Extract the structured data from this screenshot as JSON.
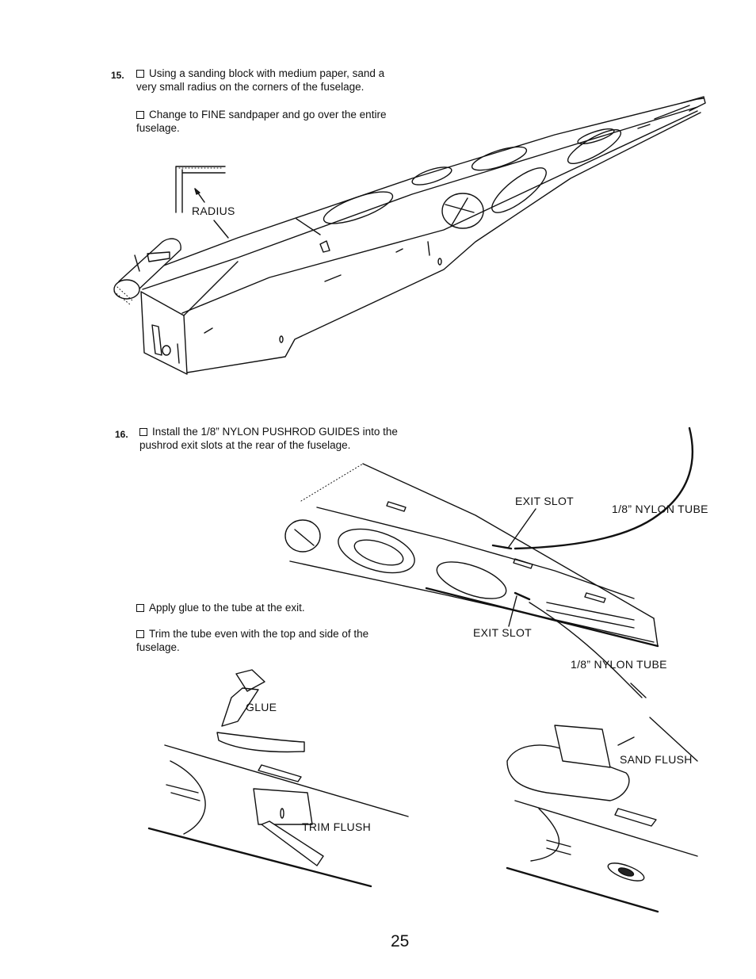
{
  "steps": [
    {
      "number": "15.",
      "paragraphs": [
        "Using a sanding block with medium paper, sand a very small radius on the corners of the fuselage.",
        "Change to FINE sandpaper and go over the entire fuselage."
      ],
      "figure_labels": {
        "radius": "RADIUS"
      }
    },
    {
      "number": "16.",
      "paragraphs": [
        "Install the 1/8” NYLON PUSHROD GUIDES into the pushrod exit slots at the rear of the fuselage.",
        "Apply glue to the tube at the exit.",
        "Trim the tube even with the top and side of the fuselage."
      ],
      "figure_labels": {
        "exit_slot_top": "EXIT SLOT",
        "nylon_tube_top": "1/8” NYLON TUBE",
        "exit_slot_bottom": "EXIT SLOT",
        "nylon_tube_bottom": "1/8” NYLON TUBE",
        "glue": "GLUE",
        "trim_flush": "TRIM FLUSH",
        "sand_flush": "SAND FLUSH"
      }
    }
  ],
  "page_number": "25"
}
